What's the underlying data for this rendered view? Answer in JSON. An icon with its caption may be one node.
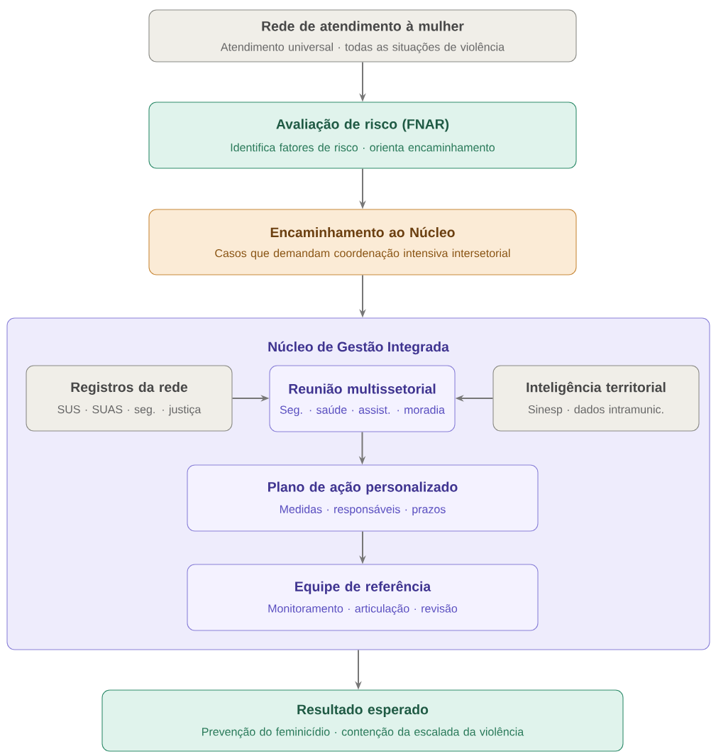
{
  "diagram": {
    "nodes": [
      {
        "text": [
          "Rede de atendimento à mulher",
          "Atendimento universal · todas as situações de violência"
        ]
      },
      {
        "text": [
          "Avaliação de risco (FNAR)",
          "Identifica fatores de risco · orienta encaminhamento"
        ]
      },
      {
        "text": [
          "Encaminhamento ao Núcleo",
          "Casos que demandam coordenação intensiva intersetorial"
        ]
      },
      {
        "text": [
          "Núcleo de Gestão Integrada"
        ]
      },
      {
        "text": [
          "Registros da rede",
          "SUS · SUAS · seg. · justiça"
        ],
        "in": 3
      },
      {
        "text": [
          "Reunião multissetorial",
          "Seg. · saúde · assist. · moradia"
        ],
        "in": 3
      },
      {
        "text": [
          "Inteligência territorial",
          "Sinesp · dados intramunic."
        ],
        "in": 3
      },
      {
        "text": [
          "Plano de ação personalizado",
          "Medidas · responsáveis · prazos"
        ],
        "in": 3
      },
      {
        "text": [
          "Equipe de referência",
          "Monitoramento · articulação · revisão"
        ],
        "in": 3
      },
      {
        "text": [
          "Resultado esperado",
          "Prevenção do feminicídio · contenção da escalada da violência"
        ]
      }
    ],
    "edges": [
      {
        "from": 0,
        "to": 1,
        "arrow": "to"
      },
      {
        "from": 1,
        "to": 2,
        "arrow": "to"
      },
      {
        "from": 2,
        "to": 3,
        "arrow": "to"
      },
      {
        "from": 4,
        "to": 5,
        "arrow": "to"
      },
      {
        "from": 6,
        "to": 5,
        "arrow": "to"
      },
      {
        "from": 5,
        "to": 7,
        "arrow": "to"
      },
      {
        "from": 7,
        "to": 8,
        "arrow": "to"
      },
      {
        "from": 3,
        "to": 9,
        "arrow": "to"
      }
    ]
  }
}
